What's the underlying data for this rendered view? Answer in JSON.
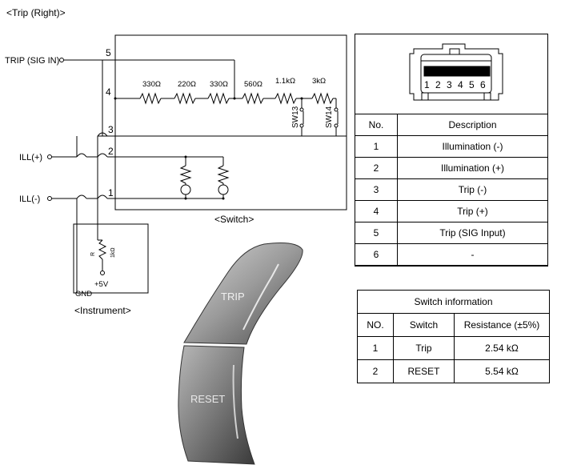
{
  "title": "<Trip (Right)>",
  "labels": {
    "trip_sig_in": "TRIP (SIG IN)",
    "ill_plus": "ILL(+)",
    "ill_minus": "ILL(-)",
    "switch_caption": "<Switch>",
    "instrument_caption": "<Instrument>",
    "gnd": "GND",
    "plus5v": "+5V",
    "r_label": "R",
    "r_value": "1kΩ",
    "sw13": "SW13",
    "sw14": "SW14",
    "trip_button": "TRIP",
    "reset_button": "RESET"
  },
  "pins": [
    "5",
    "4",
    "3",
    "2",
    "1"
  ],
  "resistors": [
    "330Ω",
    "220Ω",
    "330Ω",
    "560Ω",
    "1.1kΩ",
    "3kΩ"
  ],
  "connector_pins": [
    "1",
    "2",
    "3",
    "4",
    "5",
    "6"
  ],
  "pin_table": {
    "headers": [
      "No.",
      "Description"
    ],
    "rows": [
      {
        "no": "1",
        "desc": "Illumination (-)"
      },
      {
        "no": "2",
        "desc": "Illumination (+)"
      },
      {
        "no": "3",
        "desc": "Trip (-)"
      },
      {
        "no": "4",
        "desc": "Trip (+)"
      },
      {
        "no": "5",
        "desc": "Trip (SIG Input)"
      },
      {
        "no": "6",
        "desc": "-"
      }
    ]
  },
  "switch_info": {
    "title": "Switch information",
    "headers": [
      "NO.",
      "Switch",
      "Resistance (±5%)"
    ],
    "rows": [
      {
        "no": "1",
        "switch": "Trip",
        "resistance": "2.54 kΩ"
      },
      {
        "no": "2",
        "switch": "RESET",
        "resistance": "5.54 kΩ"
      }
    ]
  }
}
